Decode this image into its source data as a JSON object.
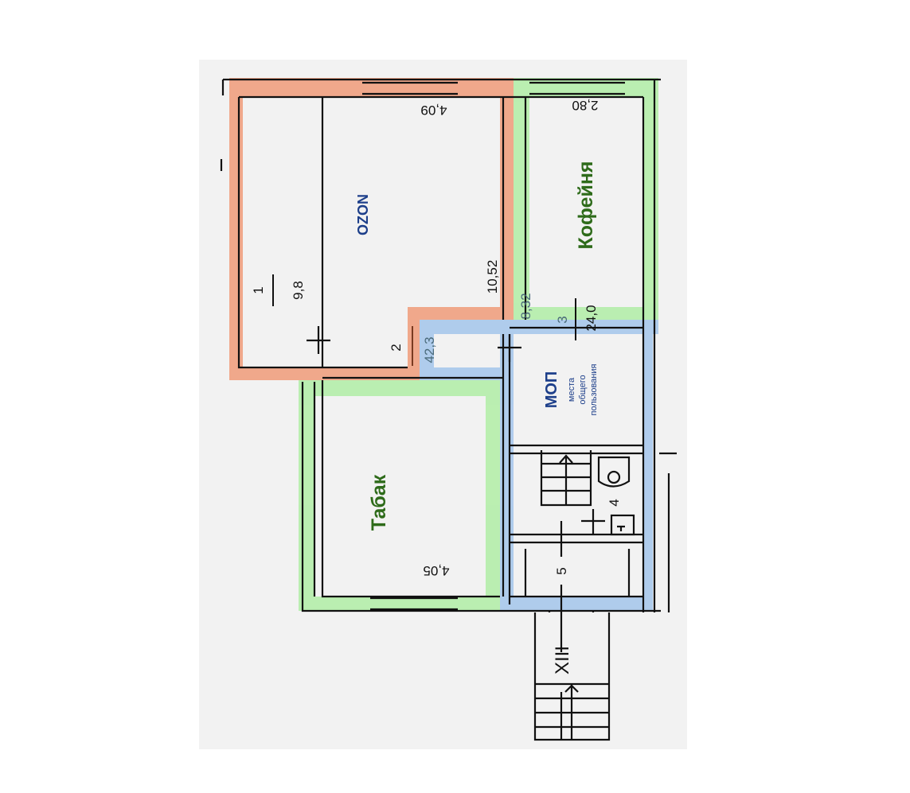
{
  "colors": {
    "ozon_zone": "#f0a080",
    "cafe_zone": "#b5eeaa",
    "tabak_zone": "#b5eeaa",
    "common_zone": "#a8c8ec",
    "brand_blue": "#1d3f8a",
    "brand_green": "#2e6b1a"
  },
  "rooms": {
    "room1": {
      "number": "1",
      "area": "9,8"
    },
    "ozon": {
      "label": "OZON",
      "dimension": "4,09",
      "length": "10,52"
    },
    "room2": {
      "number": "2",
      "area": "42,3"
    },
    "cafe": {
      "label": "Кофейня",
      "dimension": "2,80",
      "length": "8,32"
    },
    "room3": {
      "number": "3",
      "area": "24,0"
    },
    "common": {
      "label": "МОП",
      "sub1": "места",
      "sub2": "общего",
      "sub3": "пользования"
    },
    "tabak": {
      "label": "Табак",
      "dimension": "4,05"
    },
    "room4": {
      "number": "4"
    },
    "room5": {
      "number": "5"
    },
    "stair": {
      "label": "XIII"
    }
  }
}
